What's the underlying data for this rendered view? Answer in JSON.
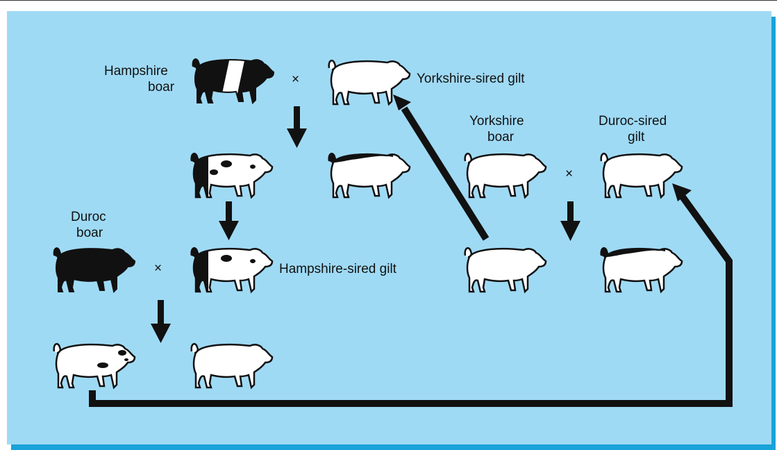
{
  "labels": {
    "hampshire_boar_line1": "Hampshire",
    "hampshire_boar_line2": "boar",
    "yorkshire_sired_gilt": "Yorkshire-sired gilt",
    "yorkshire_boar_line1": "Yorkshire",
    "yorkshire_boar_line2": "boar",
    "duroc_sired_gilt_line1": "Duroc-sired",
    "duroc_sired_gilt_line2": "gilt",
    "duroc_boar_line1": "Duroc",
    "duroc_boar_line2": "boar",
    "hampshire_sired_gilt": "Hampshire-sired gilt"
  },
  "symbols": {
    "cross": "×"
  },
  "colors": {
    "background": "#9fdaf5",
    "border_shadow": "#1aa3d8",
    "ink": "#111111",
    "pig_white": "#ffffff"
  },
  "pigs": [
    {
      "id": "hampshire-boar",
      "pattern": "hampshire"
    },
    {
      "id": "yorkshire-sired-gilt-top",
      "pattern": "white"
    },
    {
      "id": "f1-spotted-a",
      "pattern": "spotted"
    },
    {
      "id": "f1-saddle-a",
      "pattern": "saddle"
    },
    {
      "id": "duroc-boar",
      "pattern": "black"
    },
    {
      "id": "hampshire-sired-gilt",
      "pattern": "spotted"
    },
    {
      "id": "offspring-spotted-small",
      "pattern": "spotted-small"
    },
    {
      "id": "offspring-white-a",
      "pattern": "white"
    },
    {
      "id": "yorkshire-boar",
      "pattern": "white"
    },
    {
      "id": "duroc-sired-gilt",
      "pattern": "white"
    },
    {
      "id": "offspring-white-b",
      "pattern": "white"
    },
    {
      "id": "offspring-saddle-b",
      "pattern": "saddle"
    }
  ]
}
